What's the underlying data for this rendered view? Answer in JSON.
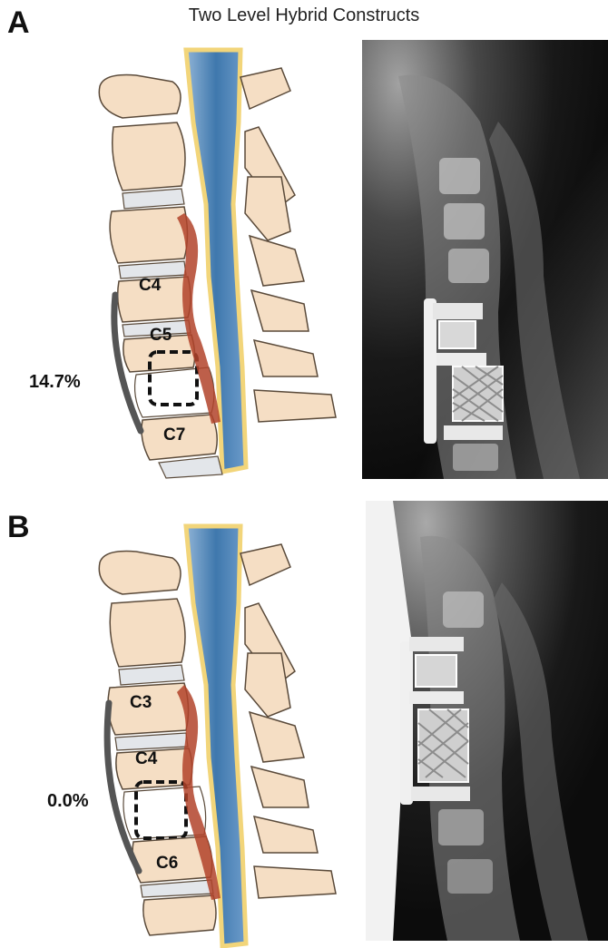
{
  "title": "Two Level Hybrid Constructs",
  "panels": [
    {
      "letter": "A",
      "percentage": "14.7%",
      "vertebra_labels": [
        "C4",
        "C5",
        "C7"
      ]
    },
    {
      "letter": "B",
      "percentage": "0.0%",
      "vertebra_labels": [
        "C3",
        "C4",
        "C6"
      ]
    }
  ],
  "colors": {
    "bone": "#F5DEC4",
    "bone_outline": "#5a4a3a",
    "disc": "#E3E6EA",
    "canal": "#4A7FB0",
    "canal_edge": "#F2D57A",
    "compression": "#B2432A",
    "plate": "#555555",
    "xray_dark": "#0b0b0b",
    "xray_bone": "#cfcfcf"
  }
}
